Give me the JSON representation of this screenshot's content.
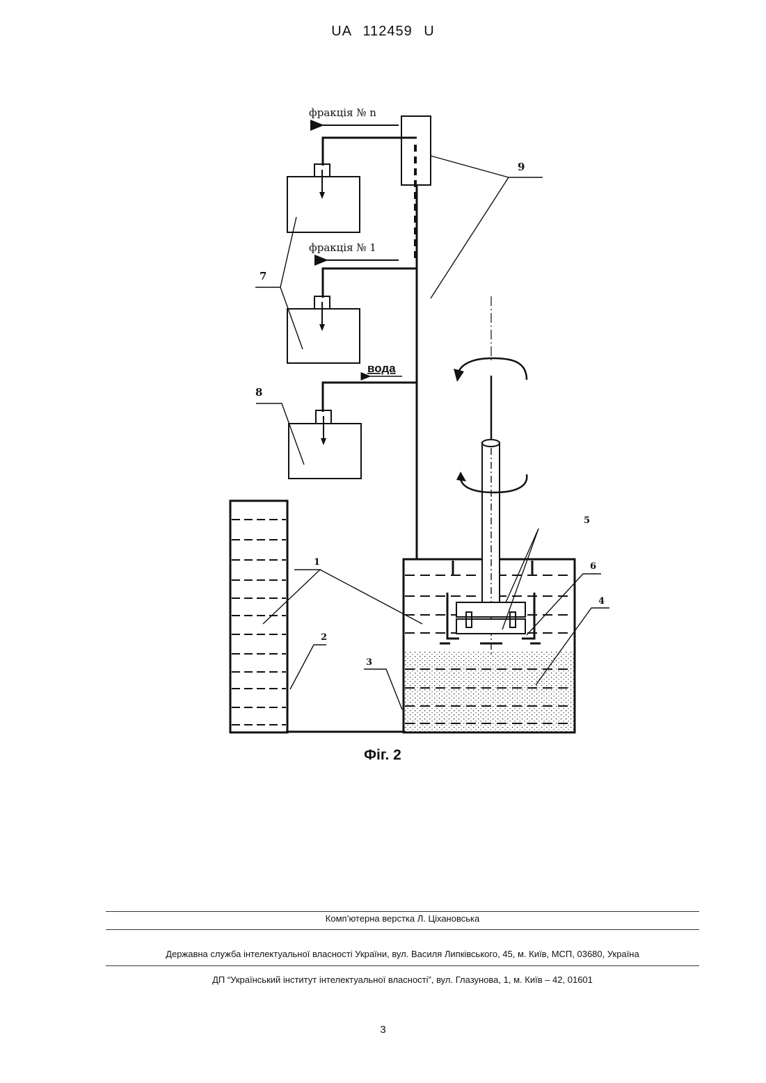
{
  "header": {
    "doc_number": "UA   112459   U"
  },
  "figure": {
    "labels": {
      "fraction_n": "фракція № n",
      "fraction_1": "фракція № 1",
      "water": "вода",
      "ref_1": "1",
      "ref_2": "2",
      "ref_3": "3",
      "ref_4": "4",
      "ref_5": "5",
      "ref_6": "6",
      "ref_7": "7",
      "ref_8": "8",
      "ref_9": "9"
    },
    "caption": "Фіг. 2"
  },
  "footer": {
    "layout_credit": "Комп’ютерна верстка Л. Ціхановська",
    "agency": "Державна служба інтелектуальної власності України, вул. Василя Липківського, 45, м. Київ, МСП, 03680, Україна",
    "institute": "ДП “Український інститут інтелектуальної власності”, вул. Глазунова, 1, м. Київ – 42, 01601",
    "page_number": "3"
  }
}
